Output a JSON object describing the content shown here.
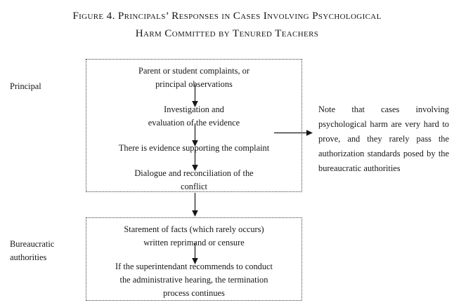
{
  "figure": {
    "title_lines": [
      "Figure 4. Principals’ Responses in Cases Involving Psychological",
      "Harm Committed by Tenured Teachers"
    ],
    "title_full": "Figure 4. Principals’ Responses in Cases Involving Psychological Harm Committed by Tenured Teachers"
  },
  "row_labels": {
    "principal": "Principal",
    "bureaucratic": "Bureaucratic\nauthorities",
    "bureaucratic_lines": [
      "Bureaucratic",
      "authorities"
    ]
  },
  "principal_box": {
    "steps": [
      {
        "id": "complaints",
        "lines": [
          "Parent or student complaints, or",
          "principal observations"
        ]
      },
      {
        "id": "investigation",
        "lines": [
          "Investigation and",
          "evaluation of the evidence"
        ]
      },
      {
        "id": "evidence",
        "lines": [
          "There is evidence supporting the complaint"
        ]
      },
      {
        "id": "dialogue",
        "lines": [
          "Dialogue and reconciliation of the",
          "conflict"
        ]
      }
    ]
  },
  "bureaucratic_box": {
    "steps": [
      {
        "id": "statement",
        "lines": [
          "Starement of facts (which rarely occurs)",
          "written reprimand or censure"
        ]
      },
      {
        "id": "superintendant",
        "lines": [
          "If the superintendant recommends to conduct",
          "the administrative hearing, the termination",
          "process continues"
        ]
      }
    ]
  },
  "side_note": {
    "text": "Note that cases involving psychological harm are very hard to prove, and they rarely pass the authoriza­tion standards posed by the bureaucratic authorities"
  },
  "style": {
    "text_color": "#17171a",
    "border_color": "#3b3b3b",
    "background": "#ffffff",
    "border_style": "dotted"
  },
  "arrows": [
    {
      "id": "complaints-to-investigation",
      "direction": "down"
    },
    {
      "id": "investigation-to-evidence",
      "direction": "down"
    },
    {
      "id": "evidence-to-dialogue",
      "direction": "down"
    },
    {
      "id": "principal-to-bureaucratic",
      "direction": "down"
    },
    {
      "id": "statement-to-superintendant",
      "direction": "down"
    },
    {
      "id": "principal-to-side-note",
      "direction": "right"
    }
  ]
}
